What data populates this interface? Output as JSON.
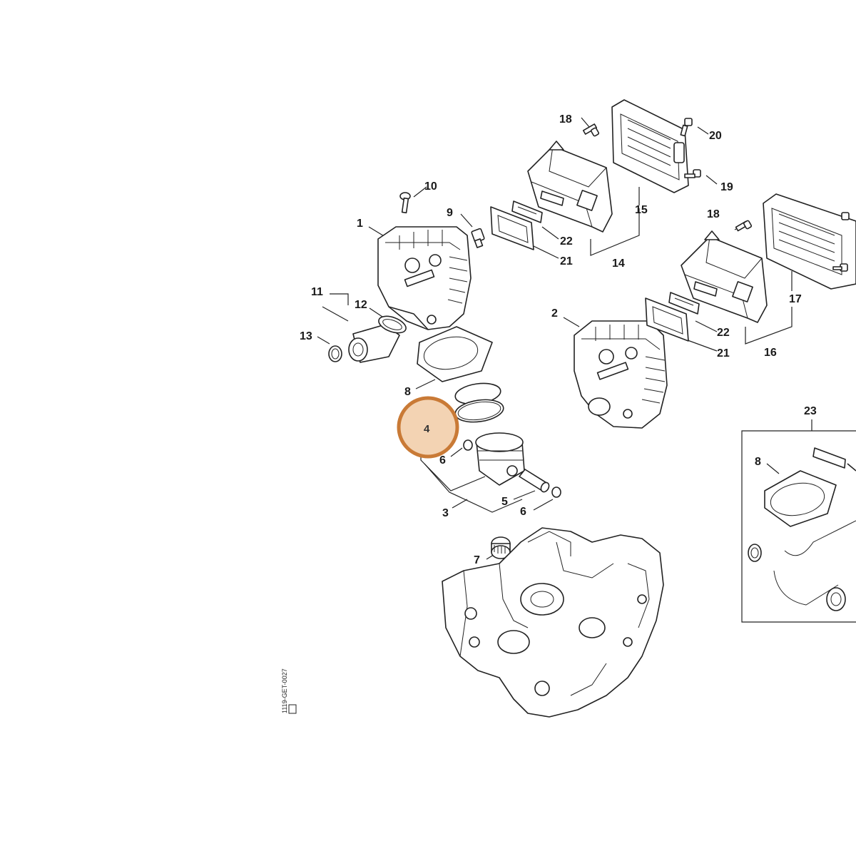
{
  "colors": {
    "highlight_fill": "#f3d3b3",
    "highlight_stroke": "#c97a36",
    "line": "#222222"
  },
  "highlighted_callout": "4",
  "callouts": [
    {
      "id": "c1",
      "text": "1"
    },
    {
      "id": "c2",
      "text": "2"
    },
    {
      "id": "c3",
      "text": "3"
    },
    {
      "id": "c4",
      "text": "4"
    },
    {
      "id": "c5",
      "text": "5"
    },
    {
      "id": "c6a",
      "text": "6"
    },
    {
      "id": "c6b",
      "text": "6"
    },
    {
      "id": "c7",
      "text": "7"
    },
    {
      "id": "c8a",
      "text": "8"
    },
    {
      "id": "c8b",
      "text": "8"
    },
    {
      "id": "c9",
      "text": "9"
    },
    {
      "id": "c10",
      "text": "10"
    },
    {
      "id": "c11",
      "text": "11"
    },
    {
      "id": "c12",
      "text": "12"
    },
    {
      "id": "c13",
      "text": "13"
    },
    {
      "id": "c14",
      "text": "14"
    },
    {
      "id": "c15",
      "text": "15"
    },
    {
      "id": "c16",
      "text": "16"
    },
    {
      "id": "c17",
      "text": "17"
    },
    {
      "id": "c18a",
      "text": "18"
    },
    {
      "id": "c18b",
      "text": "18"
    },
    {
      "id": "c19",
      "text": "19"
    },
    {
      "id": "c20",
      "text": "20"
    },
    {
      "id": "c21a",
      "text": "21"
    },
    {
      "id": "c21b",
      "text": "21"
    },
    {
      "id": "c22a",
      "text": "22"
    },
    {
      "id": "c22b",
      "text": "22"
    },
    {
      "id": "c23",
      "text": "23"
    }
  ],
  "drawing_code": "1119-GET-0027"
}
